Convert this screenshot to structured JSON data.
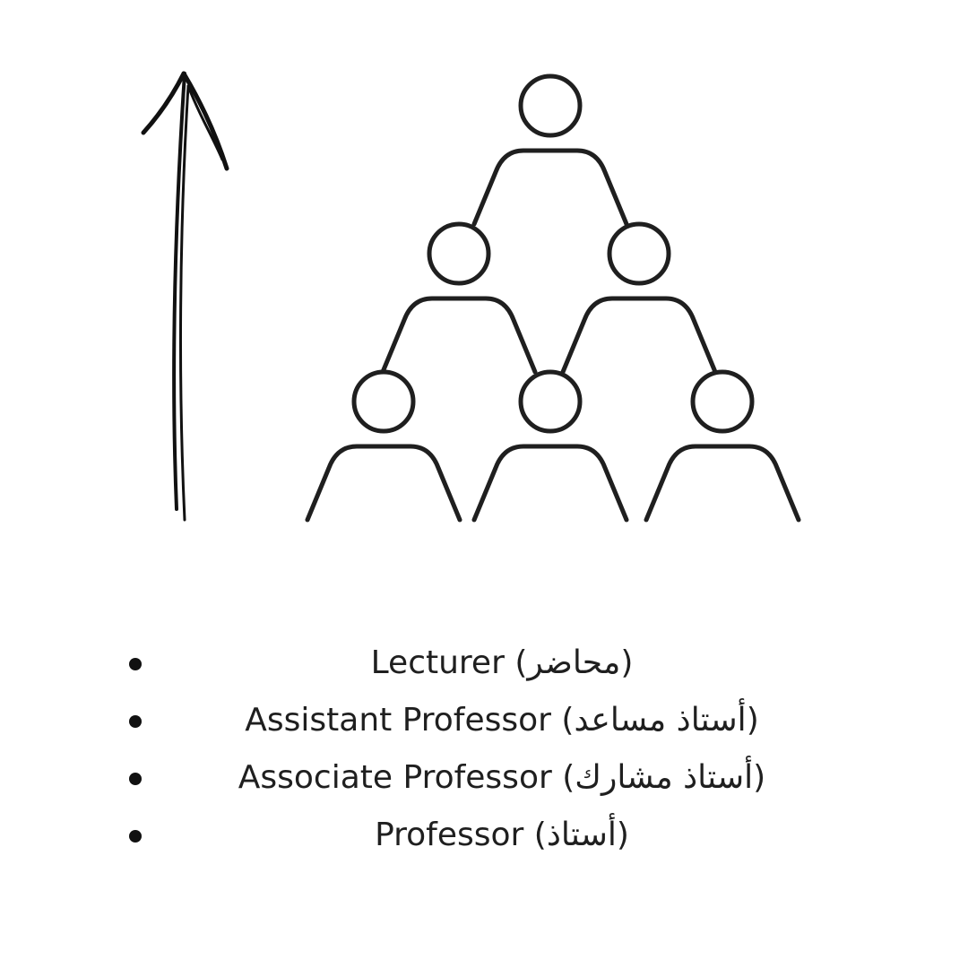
{
  "diagram": {
    "arrow_icon": "upward-arrow-icon",
    "hierarchy_icon": "people-pyramid-icon",
    "colors": {
      "stroke": "#1f1f1f",
      "text": "#1f1f1f",
      "background": "#ffffff"
    }
  },
  "ranks": [
    {
      "english": "Lecturer",
      "arabic": "محاضر"
    },
    {
      "english": "Assistant Professor",
      "arabic": "أستاذ مساعد"
    },
    {
      "english": "Associate Professor",
      "arabic": "أستاذ مشارك"
    },
    {
      "english": "Professor",
      "arabic": "أستاذ"
    }
  ]
}
